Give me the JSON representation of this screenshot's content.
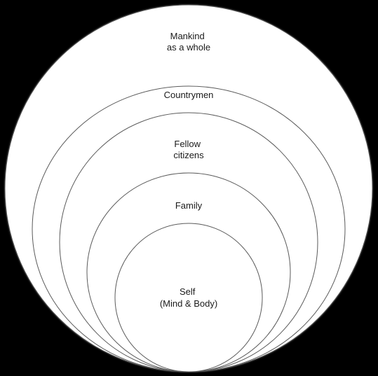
{
  "diagram": {
    "rings": [
      {
        "id": "mankind",
        "lines": [
          "Mankind",
          "as a whole"
        ]
      },
      {
        "id": "countrymen",
        "lines": [
          "Countrymen"
        ]
      },
      {
        "id": "fellow-citizens",
        "lines": [
          "Fellow",
          "citizens"
        ]
      },
      {
        "id": "family",
        "lines": [
          "Family"
        ]
      },
      {
        "id": "self",
        "lines": [
          "Self",
          "(Mind & Body)"
        ]
      }
    ],
    "colors": {
      "background": "#000000",
      "ring_fill": "#ffffff",
      "ring_stroke": "#5a5a5a",
      "text": "#1a1a1a"
    }
  }
}
